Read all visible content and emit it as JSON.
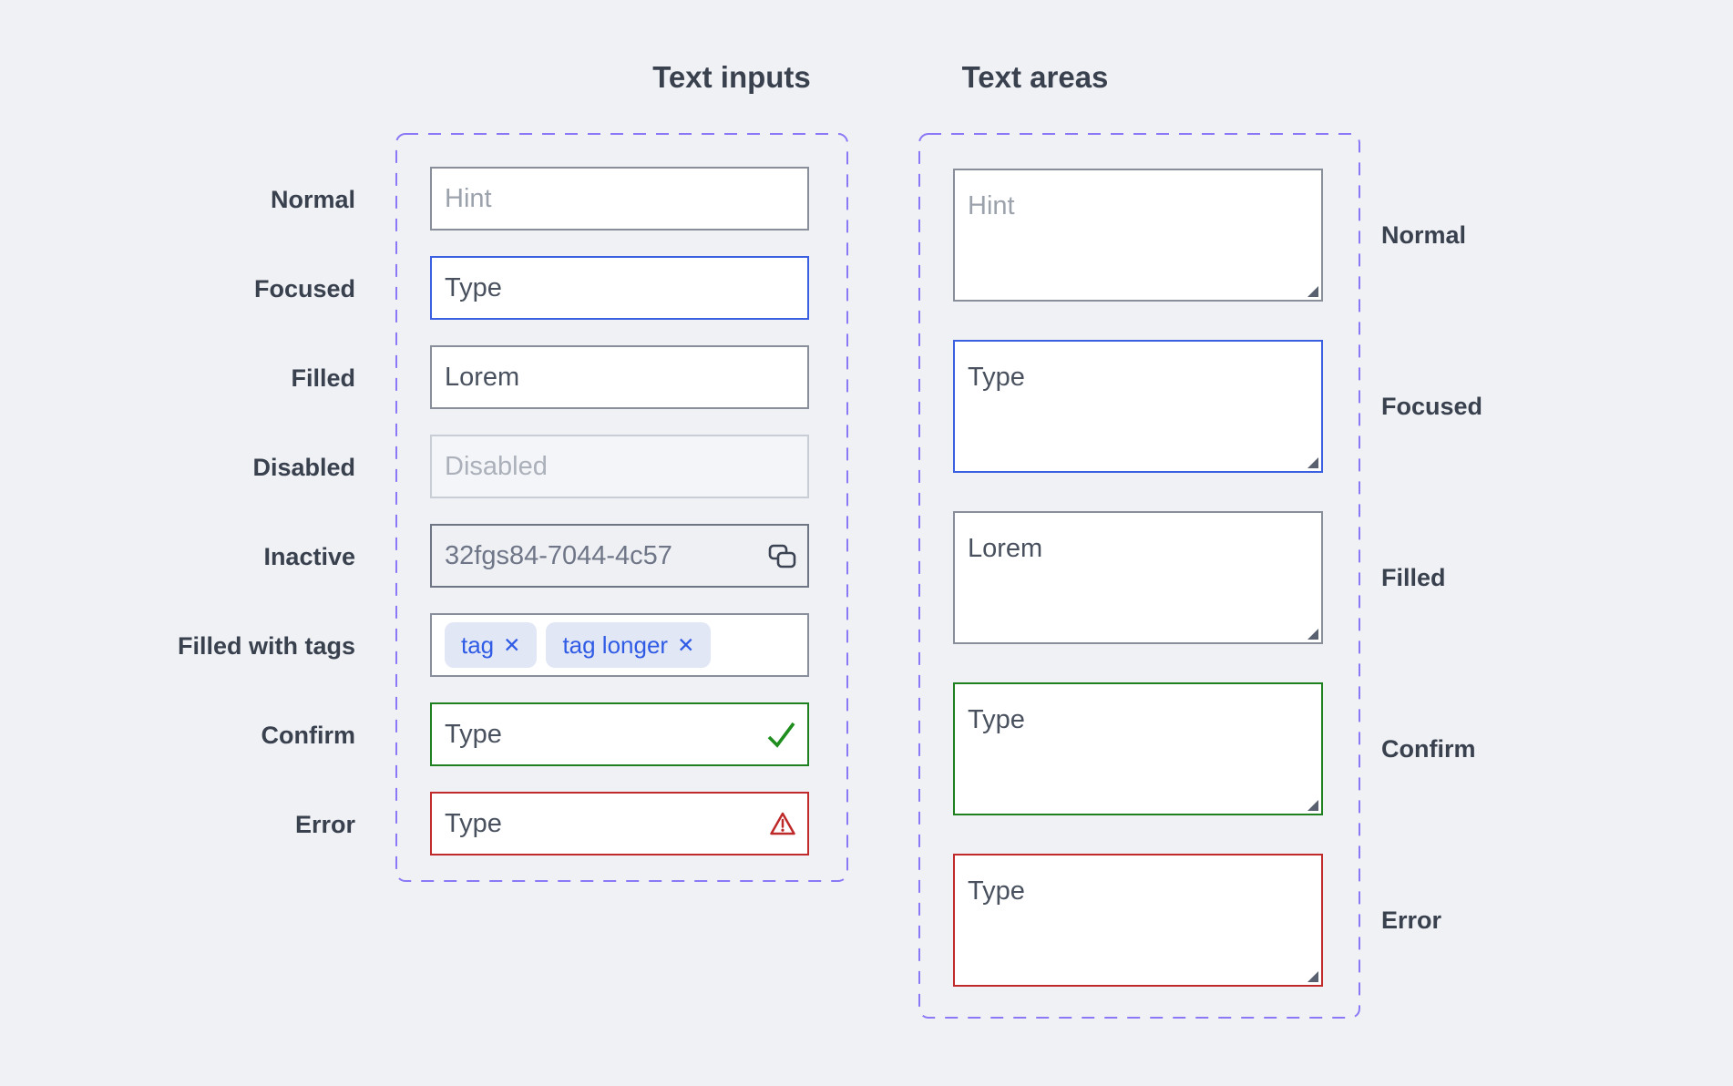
{
  "titles": {
    "text_inputs": "Text inputs",
    "text_areas": "Text areas"
  },
  "icons": {
    "remove_glyph": "✕",
    "copy": "copy-icon",
    "check": "check-icon",
    "warning": "warning-triangle-icon",
    "resize": "resize-handle"
  },
  "colors": {
    "background": "#F0F1F4",
    "heading": "#39414F",
    "dashed_frame": "#8A79F6",
    "border_default": "#888E9A",
    "border_focused": "#3B5FE1",
    "border_disabled": "#C9CDD5",
    "border_inactive": "#6E7685",
    "border_confirm": "#1F801F",
    "border_error": "#C12A2A",
    "text_value": "#49515F",
    "text_placeholder": "#9CA2AC",
    "tag_background": "#E2E7F5",
    "tag_text": "#2F5BE5",
    "check_green": "#1E8E1E",
    "warning_red": "#BE2929"
  },
  "text_inputs": {
    "rows": [
      {
        "label": "Normal",
        "placeholder": "Hint"
      },
      {
        "label": "Focused",
        "value": "Type"
      },
      {
        "label": "Filled",
        "value": "Lorem"
      },
      {
        "label": "Disabled",
        "placeholder": "Disabled"
      },
      {
        "label": "Inactive",
        "value": "32fgs84-7044-4c57"
      },
      {
        "label": "Filled with tags",
        "tags": [
          {
            "text": "tag"
          },
          {
            "text": "tag longer"
          }
        ]
      },
      {
        "label": "Confirm",
        "value": "Type"
      },
      {
        "label": "Error",
        "value": "Type"
      }
    ]
  },
  "text_areas": {
    "rows": [
      {
        "label": "Normal",
        "placeholder": "Hint"
      },
      {
        "label": "Focused",
        "value": "Type"
      },
      {
        "label": "Filled",
        "value": "Lorem"
      },
      {
        "label": "Confirm",
        "value": "Type"
      },
      {
        "label": "Error",
        "value": "Type"
      }
    ]
  }
}
